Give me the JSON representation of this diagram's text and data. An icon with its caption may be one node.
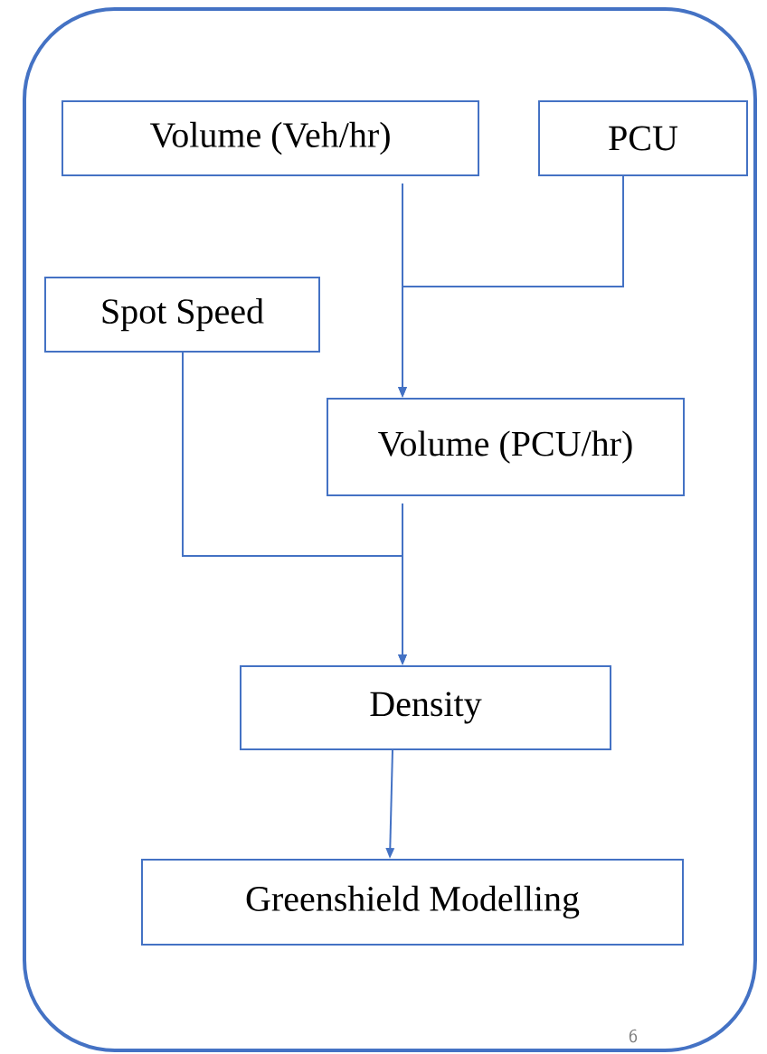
{
  "diagram": {
    "nodes": [
      {
        "text": [
          "Volume (Veh/hr)"
        ]
      },
      {
        "text": [
          "PCU"
        ]
      },
      {
        "text": [
          "Spot Speed"
        ]
      },
      {
        "text": [
          "Volume (PCU/hr)"
        ]
      },
      {
        "text": [
          "Density"
        ]
      },
      {
        "text": [
          "Greenshield Modelling"
        ]
      }
    ],
    "edges": [
      {
        "from": 0,
        "to": 3,
        "arrow": "to"
      },
      {
        "from": 1,
        "to": 3,
        "arrow": "to"
      },
      {
        "from": 2,
        "to": 4,
        "arrow": "to"
      },
      {
        "from": 3,
        "to": 4,
        "arrow": "to"
      },
      {
        "from": 4,
        "to": 5,
        "arrow": "to"
      }
    ],
    "labels": [
      "6"
    ]
  }
}
